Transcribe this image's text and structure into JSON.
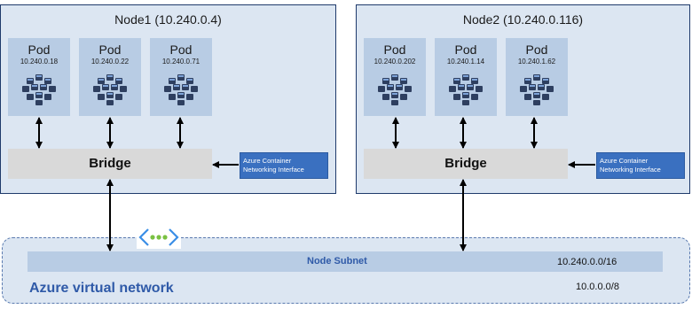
{
  "nodes": [
    {
      "title": "Node1  (10.240.0.4)",
      "pods": [
        {
          "name": "Pod",
          "ip": "10.240.0.18"
        },
        {
          "name": "Pod",
          "ip": "10.240.0.22"
        },
        {
          "name": "Pod",
          "ip": "10.240.0.71"
        }
      ],
      "bridge": "Bridge",
      "cni": "Azure Container Networking Interface"
    },
    {
      "title": "Node2  (10.240.0.116)",
      "pods": [
        {
          "name": "Pod",
          "ip": "10.240.0.202"
        },
        {
          "name": "Pod",
          "ip": "10.240.1.14"
        },
        {
          "name": "Pod",
          "ip": "10.240.1.62"
        }
      ],
      "bridge": "Bridge",
      "cni": "Azure Container Networking Interface"
    }
  ],
  "vnet": {
    "label": "Azure virtual network",
    "cidr": "10.0.0.0/8",
    "subnet": {
      "label": "Node Subnet",
      "cidr": "10.240.0.0/16"
    }
  },
  "icons": {
    "pod": "container-cluster-icon",
    "vnet": "virtual-network-icon"
  }
}
